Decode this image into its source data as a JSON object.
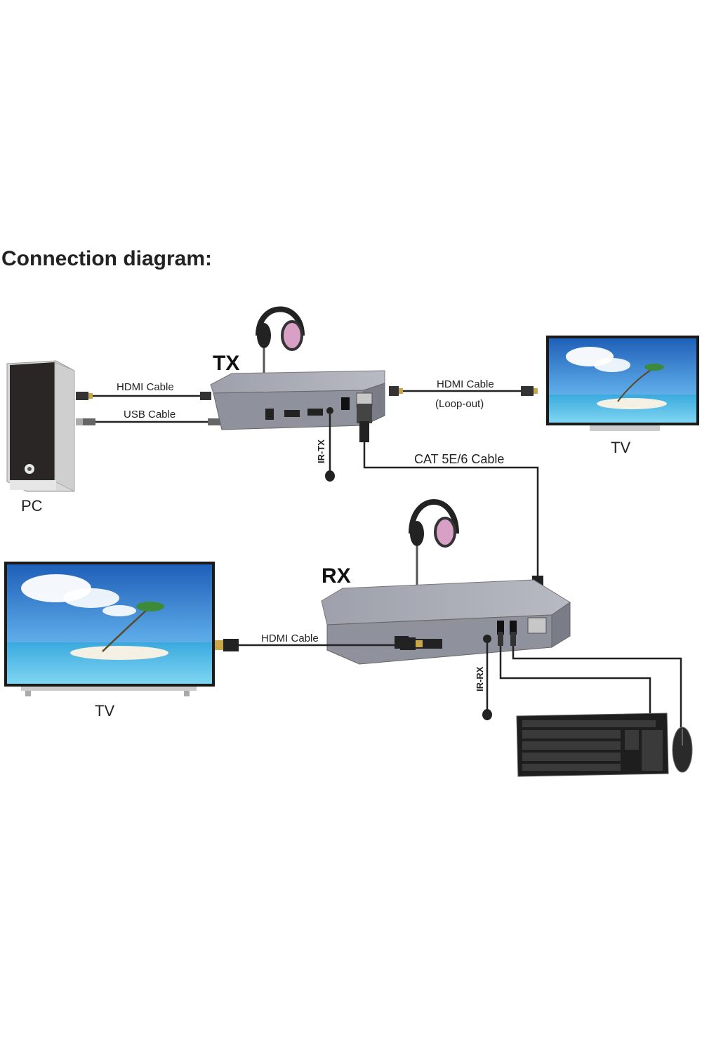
{
  "title": "Connection diagram:",
  "labels": {
    "tx": "TX",
    "rx": "RX",
    "pc": "PC",
    "tv_top": "TV",
    "tv_bottom": "TV",
    "hdmi_cable_pc": "HDMI Cable",
    "usb_cable_pc": "USB Cable",
    "hdmi_cable_loop": "HDMI Cable",
    "loop_out": "(Loop-out)",
    "cat_cable": "CAT 5E/6 Cable",
    "hdmi_cable_rx": "HDMI Cable",
    "ir_tx": "IR-TX",
    "ir_rx": "IR-RX"
  },
  "colors": {
    "device_body": "#8f919c",
    "device_top": "#a9abb5",
    "sky": "#2f73c9",
    "sea": "#4fb3e3",
    "headphone_pink": "#d8a0c4"
  },
  "icons": [
    "pc-tower-icon",
    "tv-icon",
    "headphones-icon",
    "ir-sensor-icon",
    "keyboard-icon",
    "mouse-icon"
  ]
}
